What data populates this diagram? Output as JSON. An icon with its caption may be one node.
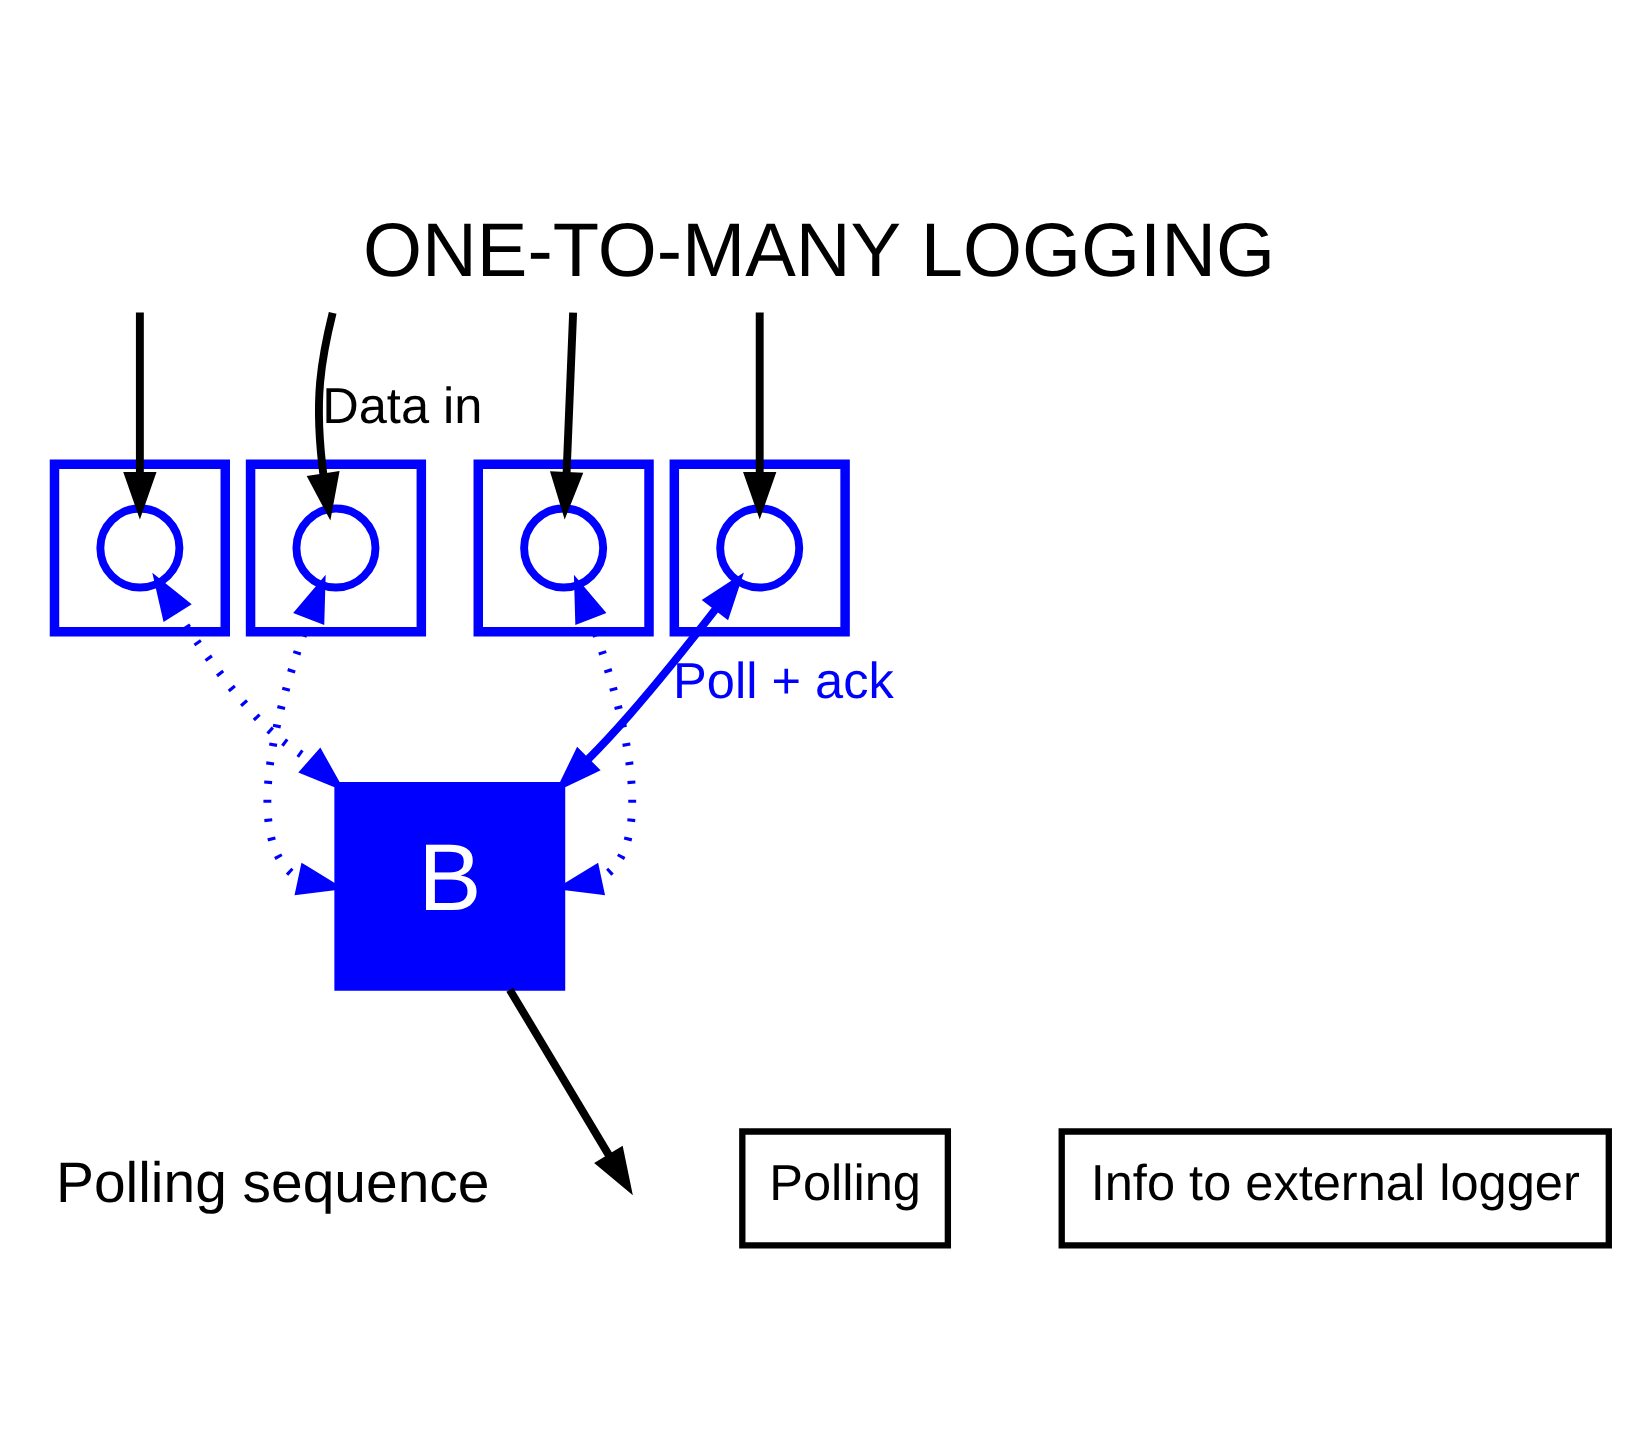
{
  "diagram": {
    "title": "ONE-TO-MANY LOGGING",
    "nodes": [
      {
        "text": [],
        "shape": "box"
      },
      {
        "text": [],
        "shape": "box"
      },
      {
        "text": [],
        "shape": "box"
      },
      {
        "text": [],
        "shape": "box"
      },
      {
        "text": [],
        "shape": "circle",
        "in": 0
      },
      {
        "text": [],
        "shape": "circle",
        "in": 1
      },
      {
        "text": [],
        "shape": "circle",
        "in": 2
      },
      {
        "text": [],
        "shape": "circle",
        "in": 3
      },
      {
        "text": [
          "B"
        ]
      },
      {
        "text": [
          "Polling"
        ]
      },
      {
        "text": [
          "Info to external logger"
        ]
      }
    ],
    "edges": [
      {
        "from": null,
        "to": 4,
        "arrow": "to",
        "label": "Data in"
      },
      {
        "from": null,
        "to": 5,
        "arrow": "to"
      },
      {
        "from": null,
        "to": 6,
        "arrow": "to"
      },
      {
        "from": null,
        "to": 7,
        "arrow": "to"
      },
      {
        "from": 4,
        "to": 8,
        "arrow": "both",
        "style": "dashed",
        "color": "#0000ff"
      },
      {
        "from": 5,
        "to": 8,
        "arrow": "both",
        "style": "dashed",
        "color": "#0000ff"
      },
      {
        "from": 6,
        "to": 8,
        "arrow": "both",
        "color": "#0000ff",
        "label": "Poll + ack"
      },
      {
        "from": 7,
        "to": 8,
        "arrow": "both",
        "style": "dashed",
        "color": "#0000ff"
      },
      {
        "from": 8,
        "to": null,
        "arrow": "to"
      }
    ],
    "labels": [
      "Polling sequence"
    ]
  }
}
